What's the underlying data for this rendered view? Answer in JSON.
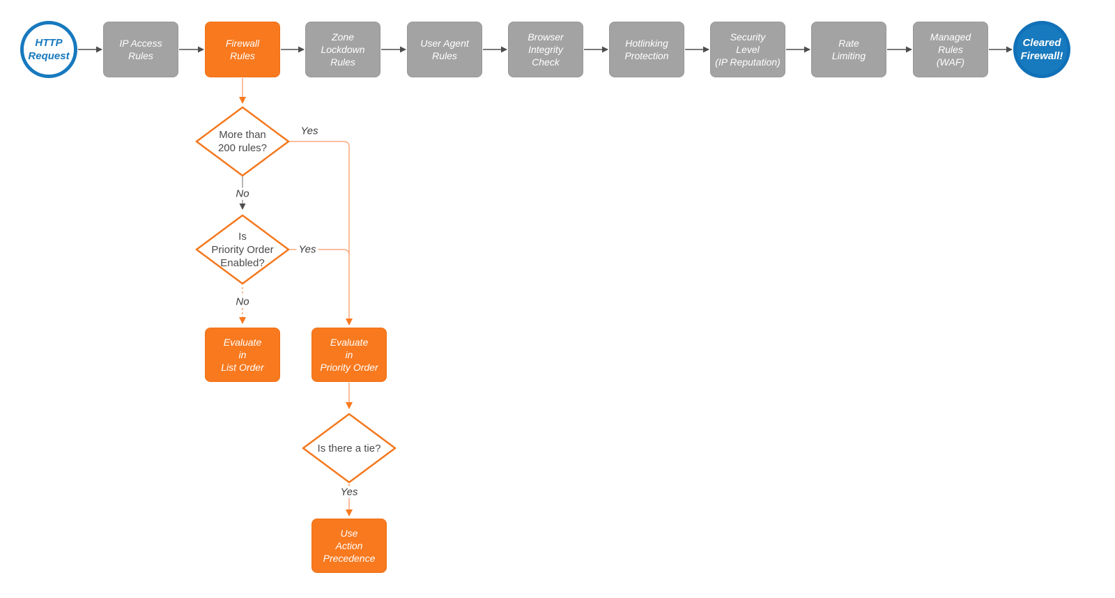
{
  "diagram": {
    "colors": {
      "stage_gray": "#a3a3a3",
      "accent_orange": "#f8791e",
      "brand_blue": "#1779be",
      "connector_light_orange": "#f9a87d",
      "connector_gray": "#4d4d4d",
      "background": "#ffffff"
    },
    "start": {
      "label": "HTTP\nRequest"
    },
    "end": {
      "label": "Cleared\nFirewall!"
    },
    "pipeline": [
      {
        "label": "IP Access\nRules"
      },
      {
        "label": "Firewall\nRules"
      },
      {
        "label": "Zone\nLockdown\nRules"
      },
      {
        "label": "User Agent\nRules"
      },
      {
        "label": "Browser\nIntegrity\nCheck"
      },
      {
        "label": "Hotlinking\nProtection"
      },
      {
        "label": "Security\nLevel\n(IP Reputation)"
      },
      {
        "label": "Rate\nLimiting"
      },
      {
        "label": "Managed\nRules\n(WAF)"
      }
    ],
    "decisions": [
      {
        "label": "More than\n200 rules?"
      },
      {
        "label": "Is\nPriority Order\nEnabled?"
      },
      {
        "label": "Is there a tie?"
      }
    ],
    "actions": [
      {
        "label": "Evaluate\nin\nList Order"
      },
      {
        "label": "Evaluate\nin\nPriority Order"
      },
      {
        "label": "Use\nAction\nPrecedence"
      }
    ],
    "edge_labels": [
      {
        "label": "Yes"
      },
      {
        "label": "No"
      },
      {
        "label": "Yes"
      },
      {
        "label": "No"
      },
      {
        "label": "Yes"
      }
    ]
  }
}
